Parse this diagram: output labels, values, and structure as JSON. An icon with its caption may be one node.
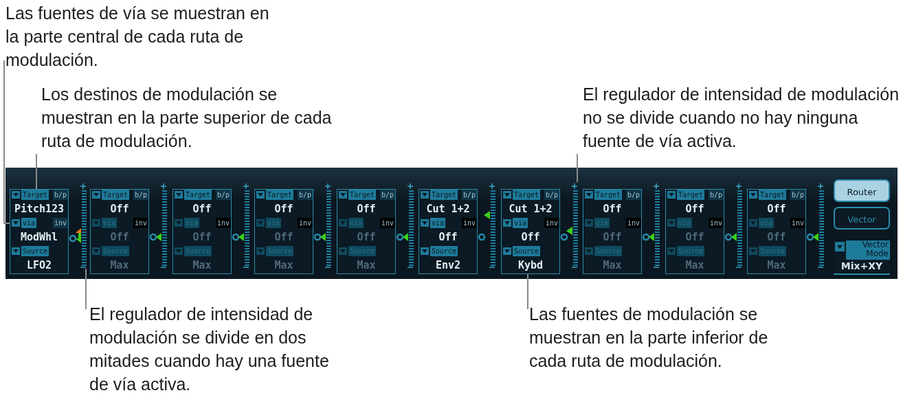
{
  "diagram": {
    "nodes": [
      {
        "text": [
          "Las fuentes de vía se muestran en la parte central de cada ruta de modulación."
        ]
      },
      {
        "text": [
          "Los destinos de modulación se muestran en la parte superior de cada ruta de modulación."
        ]
      },
      {
        "text": [
          "El regulador de intensidad de modulación no se divide cuando no hay ninguna fuente de vía activa."
        ]
      },
      {
        "text": [
          "Target",
          "b/p",
          "Pitch123",
          "via",
          "inv",
          "ModWhl",
          "Source",
          "LFO2"
        ]
      },
      {
        "text": [],
        "shape": "bar"
      },
      {
        "text": [
          "Target",
          "b/p",
          "Off",
          "via",
          "inv",
          "Off",
          "Source",
          "Max"
        ]
      },
      {
        "text": [],
        "shape": "bar"
      },
      {
        "text": [
          "Target",
          "b/p",
          "Off",
          "via",
          "inv",
          "Off",
          "Source",
          "Max"
        ]
      },
      {
        "text": [],
        "shape": "bar"
      },
      {
        "text": [
          "Target",
          "b/p",
          "Off",
          "via",
          "inv",
          "Off",
          "Source",
          "Max"
        ]
      },
      {
        "text": [],
        "shape": "bar"
      },
      {
        "text": [
          "Target",
          "b/p",
          "Off",
          "via",
          "inv",
          "Off",
          "Source",
          "Max"
        ]
      },
      {
        "text": [],
        "shape": "bar"
      },
      {
        "text": [
          "Target",
          "b/p",
          "Cut 1+2",
          "via",
          "inv",
          "Off",
          "Source",
          "Env2"
        ]
      },
      {
        "text": [],
        "shape": "bar"
      },
      {
        "text": [
          "Target",
          "b/p",
          "Cut 1+2",
          "via",
          "inv",
          "Off",
          "Source",
          "Kybd"
        ]
      },
      {
        "text": [],
        "shape": "bar"
      },
      {
        "text": [
          "Target",
          "b/p",
          "Off",
          "via",
          "inv",
          "Off",
          "Source",
          "Max"
        ]
      },
      {
        "text": [],
        "shape": "bar"
      },
      {
        "text": [
          "Target",
          "b/p",
          "Off",
          "via",
          "inv",
          "Off",
          "Source",
          "Max"
        ]
      },
      {
        "text": [],
        "shape": "bar"
      },
      {
        "text": [
          "Target",
          "b/p",
          "Off",
          "via",
          "inv",
          "Off",
          "Source",
          "Max"
        ]
      },
      {
        "text": [],
        "shape": "bar"
      },
      {
        "text": [
          "Router"
        ]
      },
      {
        "text": [
          "Vector"
        ]
      },
      {
        "text": [
          "Vector Mode",
          "Mix+XY"
        ]
      },
      {
        "text": [
          "El regulador de intensidad de modulación se divide en dos mitades cuando hay una fuente de vía activa."
        ]
      },
      {
        "text": [
          "Las fuentes de modulación se muestran en la parte inferior de cada ruta de modulación."
        ]
      }
    ],
    "edges": [
      {
        "from": 0,
        "to": 3,
        "arrow": "none"
      },
      {
        "from": 1,
        "to": 3,
        "arrow": "none"
      },
      {
        "from": 2,
        "to": 16,
        "arrow": "none"
      },
      {
        "from": 26,
        "to": 4,
        "arrow": "none"
      },
      {
        "from": 27,
        "to": 15,
        "arrow": "none"
      }
    ]
  }
}
